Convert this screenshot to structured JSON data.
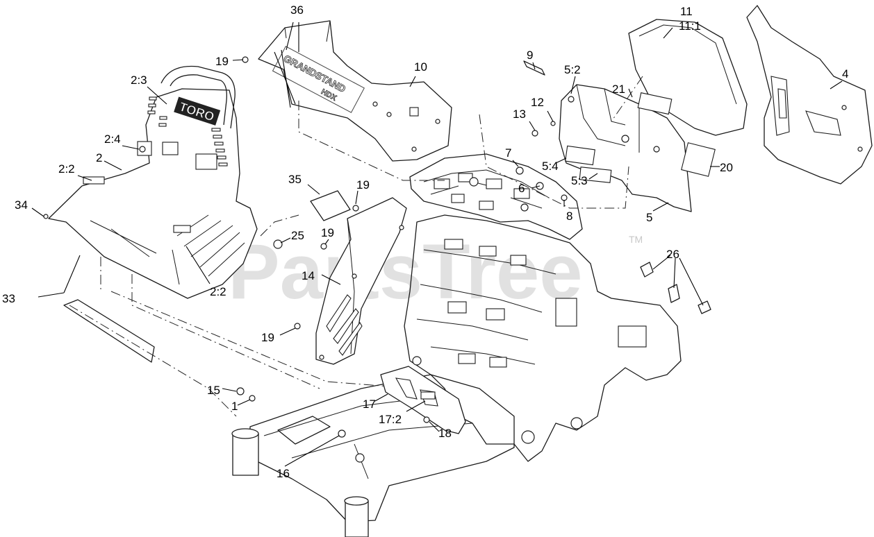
{
  "watermark": {
    "text": "PartsTree",
    "tm": "TM"
  },
  "decals": {
    "toro": "TORO",
    "grandstand": "GRANDSTAND",
    "hdx": "HDX"
  },
  "callouts": [
    {
      "id": "c36",
      "label": "36"
    },
    {
      "id": "c11",
      "label": "11"
    },
    {
      "id": "c11-1",
      "label": "11:1"
    },
    {
      "id": "c19a",
      "label": "19"
    },
    {
      "id": "c10",
      "label": "10"
    },
    {
      "id": "c9",
      "label": "9"
    },
    {
      "id": "c4",
      "label": "4"
    },
    {
      "id": "c2-3",
      "label": "2:3"
    },
    {
      "id": "c5-2",
      "label": "5:2"
    },
    {
      "id": "c21",
      "label": "21"
    },
    {
      "id": "c12",
      "label": "12"
    },
    {
      "id": "c13",
      "label": "13"
    },
    {
      "id": "c2-4",
      "label": "2:4"
    },
    {
      "id": "c2",
      "label": "2"
    },
    {
      "id": "c2-2a",
      "label": "2:2"
    },
    {
      "id": "c7",
      "label": "7"
    },
    {
      "id": "c5-4",
      "label": "5:4"
    },
    {
      "id": "c20",
      "label": "20"
    },
    {
      "id": "c35",
      "label": "35"
    },
    {
      "id": "c19b",
      "label": "19"
    },
    {
      "id": "c6",
      "label": "6"
    },
    {
      "id": "c5-3",
      "label": "5:3"
    },
    {
      "id": "c34",
      "label": "34"
    },
    {
      "id": "c8",
      "label": "8"
    },
    {
      "id": "c5",
      "label": "5"
    },
    {
      "id": "c19c",
      "label": "19"
    },
    {
      "id": "c25",
      "label": "25"
    },
    {
      "id": "c26",
      "label": "26"
    },
    {
      "id": "c14",
      "label": "14"
    },
    {
      "id": "c2-2b",
      "label": "2:2"
    },
    {
      "id": "c33",
      "label": "33"
    },
    {
      "id": "c19d",
      "label": "19"
    },
    {
      "id": "c15",
      "label": "15"
    },
    {
      "id": "c1",
      "label": "1"
    },
    {
      "id": "c17",
      "label": "17"
    },
    {
      "id": "c17-2",
      "label": "17:2"
    },
    {
      "id": "c18",
      "label": "18"
    },
    {
      "id": "c16",
      "label": "16"
    }
  ]
}
